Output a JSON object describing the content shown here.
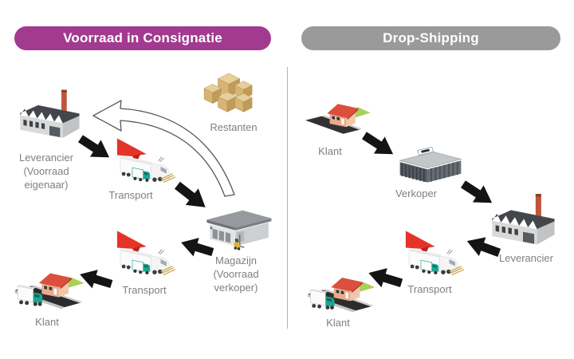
{
  "colors": {
    "background": "#ffffff",
    "left_header_bg": "#a23a8f",
    "right_header_bg": "#9a9a9a",
    "header_text": "#ffffff",
    "label_text": "#7f7f7f",
    "arrow": "#141414",
    "divider": "#b5b5b5",
    "return_arrow_stroke": "#55565a",
    "accent_red": "#e63328",
    "accent_teal": "#1ea592",
    "grass_green": "#a9d058",
    "box_tan": "#d5b476"
  },
  "left_panel": {
    "title": "Voorraad in Consignatie",
    "nodes": {
      "leverancier": {
        "lines": [
          "Leverancier",
          "(Voorraad",
          "eigenaar)"
        ],
        "icon": "factory-icon"
      },
      "transport1": {
        "label": "Transport",
        "icon": "delivery-truck-icon"
      },
      "restanten": {
        "label": "Restanten",
        "icon": "cardboard-boxes-icon"
      },
      "magazijn": {
        "lines": [
          "Magazijn",
          "(Voorraad",
          "verkoper)"
        ],
        "icon": "warehouse-forklift-icon"
      },
      "transport2": {
        "label": "Transport",
        "icon": "delivery-truck-icon"
      },
      "klant": {
        "label": "Klant",
        "icon": "house-delivery-icon"
      }
    }
  },
  "right_panel": {
    "title": "Drop-Shipping",
    "nodes": {
      "klant_top": {
        "label": "Klant",
        "icon": "house-icon"
      },
      "verkoper": {
        "label": "Verkoper",
        "icon": "store-building-icon"
      },
      "leverancier": {
        "label": "Leverancier",
        "icon": "factory-icon"
      },
      "transport": {
        "label": "Transport",
        "icon": "delivery-truck-icon"
      },
      "klant_bottom": {
        "label": "Klant",
        "icon": "house-delivery-icon"
      }
    }
  }
}
